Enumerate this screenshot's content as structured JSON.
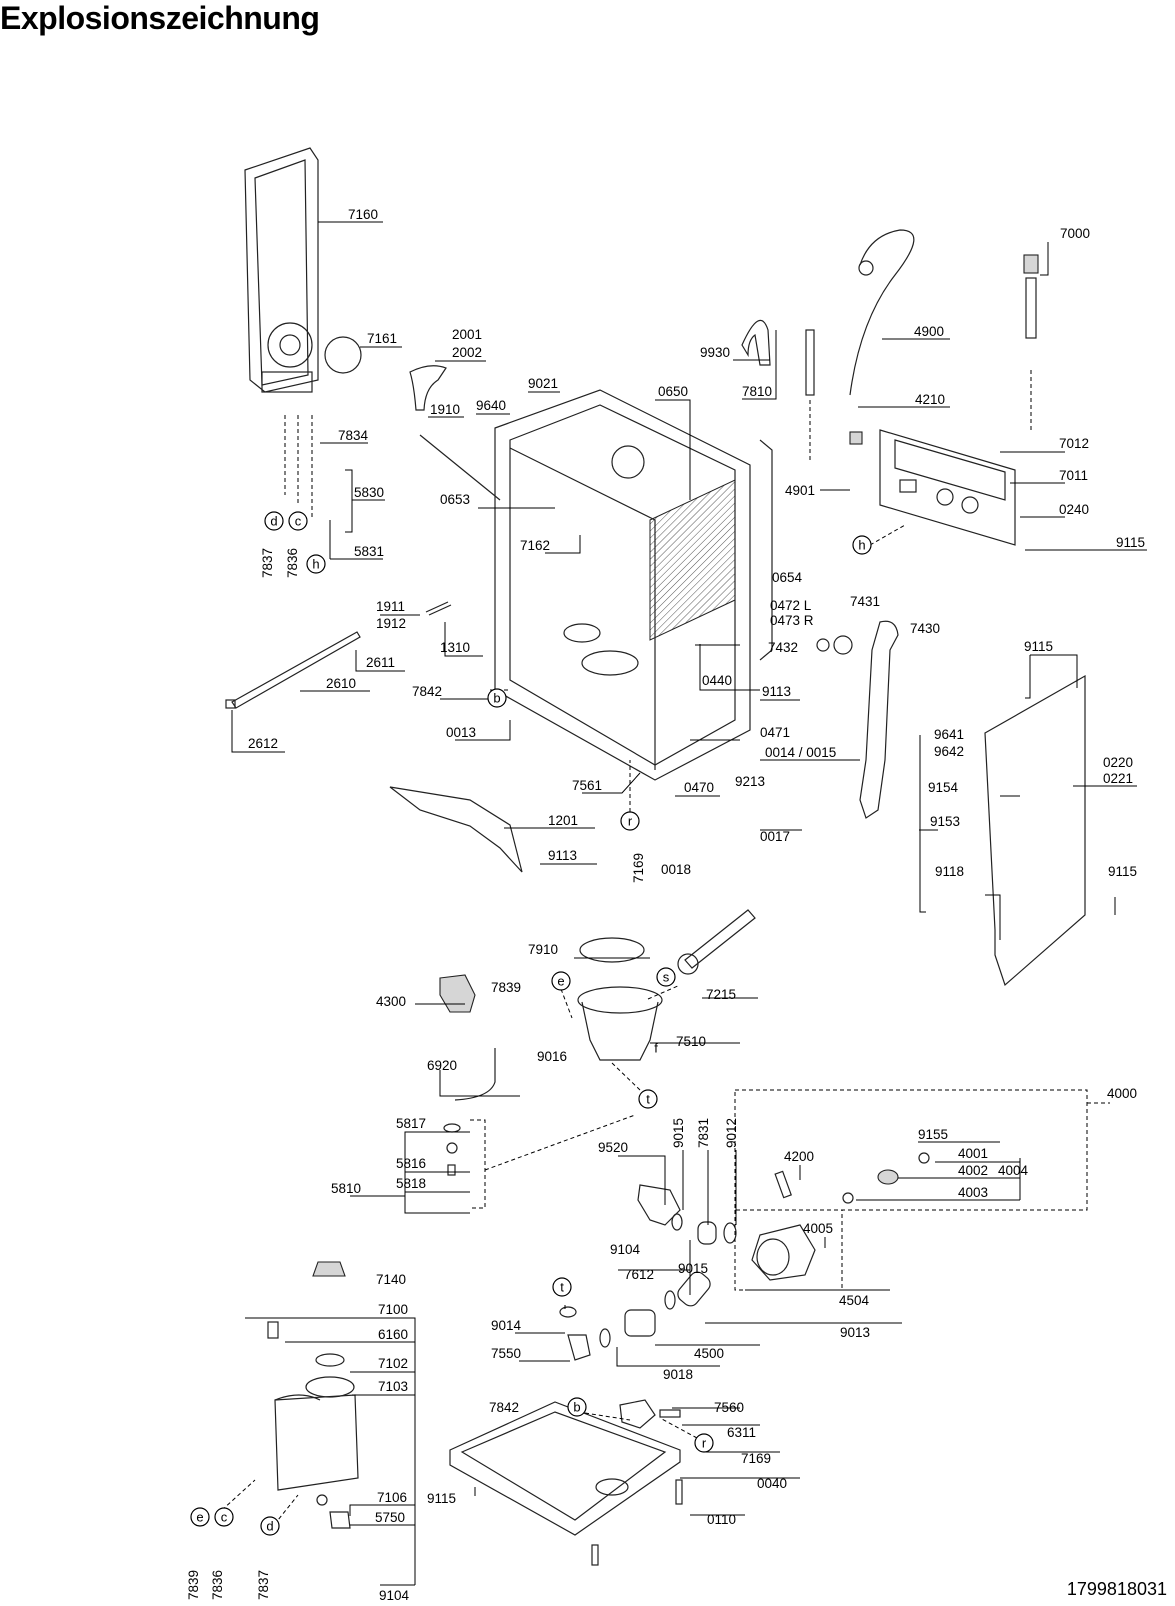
{
  "title": "Explosionszeichnung",
  "document_number": "1799818031",
  "callout_letters": [
    "b",
    "c",
    "d",
    "e",
    "f",
    "h",
    "r",
    "s",
    "t"
  ],
  "labels": {
    "l7160": "7160",
    "l7161": "7161",
    "l2001": "2001",
    "l2002": "2002",
    "l9021": "9021",
    "l0650": "0650",
    "l9930": "9930",
    "l7810": "7810",
    "l4900": "4900",
    "l7000": "7000",
    "l1910": "1910",
    "l9640": "9640",
    "l4210": "4210",
    "l7012": "7012",
    "l7011": "7011",
    "l0240": "0240",
    "l4901": "4901",
    "l9115a": "9115",
    "l7834": "7834",
    "l5830": "5830",
    "l5831": "5831",
    "l0653": "0653",
    "l7162": "7162",
    "l0654": "0654",
    "l0472": "0472 L",
    "l0473": "0473 R",
    "l7431": "7431",
    "l7430": "7430",
    "l7432": "7432",
    "l1911": "1911",
    "l1912": "1912",
    "l1310": "1310",
    "l2611": "2611",
    "l2610": "2610",
    "l2612": "2612",
    "l7842a": "7842",
    "l0013": "0013",
    "l0440": "0440",
    "l9113a": "9113",
    "l0471": "0471",
    "l0014": "0014 / 0015",
    "l9213": "9213",
    "l0470": "0470",
    "l7561": "7561",
    "l9115b": "9115",
    "l9641": "9641",
    "l9642": "9642",
    "l0220": "0220",
    "l0221": "0221",
    "l9154": "9154",
    "l9153": "9153",
    "l1201": "1201",
    "l9113b": "9113",
    "l0017": "0017",
    "l0018": "0018",
    "l7169a": "7169",
    "l9118": "9118",
    "l9115c": "9115",
    "l7910": "7910",
    "l7839a": "7839",
    "l7215": "7215",
    "l4300": "4300",
    "l9016": "9016",
    "l7510": "7510",
    "l6920": "6920",
    "l4000": "4000",
    "l5817": "5817",
    "l5810": "5810",
    "l5816": "5816",
    "l5818": "5818",
    "l9520": "9520",
    "l9015a": "9015",
    "l7831": "7831",
    "l9012": "9012",
    "l4200": "4200",
    "l9155": "9155",
    "l4001": "4001",
    "l4002": "4002",
    "l4004": "4004",
    "l4003": "4003",
    "l4005": "4005",
    "l9104a": "9104",
    "l7612": "7612",
    "l9015b": "9015",
    "l4504": "4504",
    "l7140": "7140",
    "l7100": "7100",
    "l9014": "9014",
    "l9013": "9013",
    "l6160": "6160",
    "l7550": "7550",
    "l4500": "4500",
    "l7102": "7102",
    "l9018": "9018",
    "l7103": "7103",
    "l7842b": "7842",
    "l7560": "7560",
    "l6311": "6311",
    "l7169b": "7169",
    "l7106": "7106",
    "l9115d": "9115",
    "l0040": "0040",
    "l5750": "5750",
    "l0110": "0110",
    "l9104b": "9104",
    "l7837a": "7837",
    "l7836a": "7836",
    "l7839b": "7839",
    "l7836b": "7836",
    "l7837b": "7837"
  }
}
